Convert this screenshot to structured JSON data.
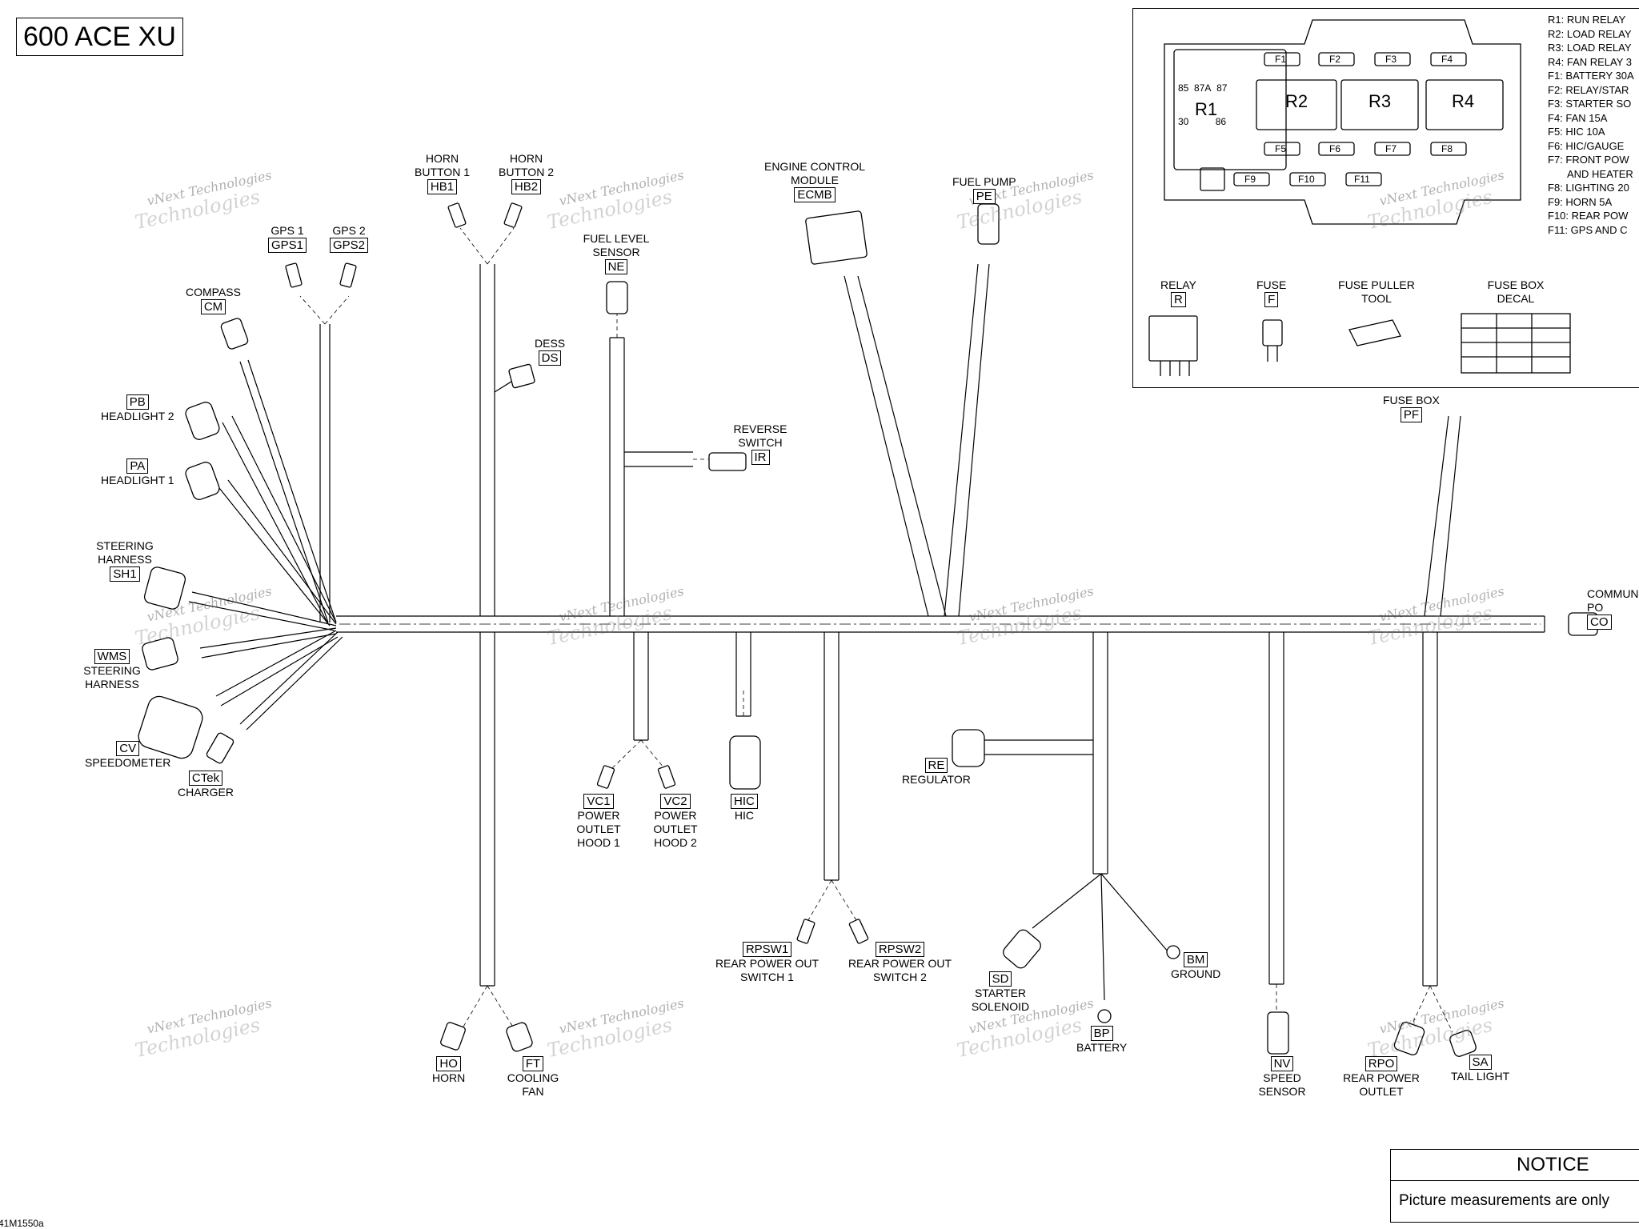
{
  "title": "600 ACE XU",
  "drawing_id": "41M1550a",
  "watermark": {
    "line1": "vNext Technologies",
    "line2": "Technologies"
  },
  "notice": {
    "heading": "NOTICE",
    "text": "Picture measurements are only"
  },
  "connectors": [
    {
      "id": "gps1",
      "name": "GPS 1",
      "code": "GPS1"
    },
    {
      "id": "gps2",
      "name": "GPS 2",
      "code": "GPS2"
    },
    {
      "id": "compass",
      "name": "COMPASS",
      "code": "CM"
    },
    {
      "id": "headlight2",
      "name": "HEADLIGHT 2",
      "code": "PB"
    },
    {
      "id": "headlight1",
      "name": "HEADLIGHT 1",
      "code": "PA"
    },
    {
      "id": "steering1",
      "name": "STEERING HARNESS",
      "code": "SH1"
    },
    {
      "id": "steering2",
      "name": "STEERING HARNESS",
      "code": "WMS"
    },
    {
      "id": "speedometer",
      "name": "SPEEDOMETER",
      "code": "CV"
    },
    {
      "id": "charger",
      "name": "CHARGER",
      "code": "CTek"
    },
    {
      "id": "horn1",
      "name": "HORN BUTTON 1",
      "code": "HB1"
    },
    {
      "id": "horn2",
      "name": "HORN BUTTON 2",
      "code": "HB2"
    },
    {
      "id": "dess",
      "name": "DESS",
      "code": "DS"
    },
    {
      "id": "fuellevel",
      "name": "FUEL LEVEL SENSOR",
      "code": "NE"
    },
    {
      "id": "reverse",
      "name": "REVERSE SWITCH",
      "code": "IR"
    },
    {
      "id": "ecm",
      "name": "ENGINE CONTROL MODULE",
      "code": "ECMB"
    },
    {
      "id": "fuelpump",
      "name": "FUEL PUMP",
      "code": "PE"
    },
    {
      "id": "fusebox",
      "name": "FUSE BOX",
      "code": "PF"
    },
    {
      "id": "comm",
      "name": "COMMUN PO",
      "code": "CO"
    },
    {
      "id": "vc1",
      "name": "POWER OUTLET HOOD 1",
      "code": "VC1"
    },
    {
      "id": "vc2",
      "name": "POWER OUTLET HOOD 2",
      "code": "VC2"
    },
    {
      "id": "hic",
      "name": "HIC",
      "code": "HIC"
    },
    {
      "id": "rpsw1",
      "name": "REAR POWER OUT SWITCH 1",
      "code": "RPSW1"
    },
    {
      "id": "rpsw2",
      "name": "REAR POWER OUT SWITCH 2",
      "code": "RPSW2"
    },
    {
      "id": "regulator",
      "name": "REGULATOR",
      "code": "RE"
    },
    {
      "id": "starter",
      "name": "STARTER SOLENOID",
      "code": "SD"
    },
    {
      "id": "battery",
      "name": "BATTERY",
      "code": "BP"
    },
    {
      "id": "ground",
      "name": "GROUND",
      "code": "BM"
    },
    {
      "id": "speedsensor",
      "name": "SPEED SENSOR",
      "code": "NV"
    },
    {
      "id": "rearoutlet",
      "name": "REAR POWER OUTLET",
      "code": "RPO"
    },
    {
      "id": "taillight",
      "name": "TAIL LIGHT",
      "code": "SA"
    },
    {
      "id": "horn",
      "name": "HORN",
      "code": "HO"
    },
    {
      "id": "fan",
      "name": "COOLING FAN",
      "code": "FT"
    }
  ],
  "fuse_box": {
    "relay_labels": [
      "R1",
      "R2",
      "R3",
      "R4"
    ],
    "relay_pins": {
      "top": [
        "85",
        "87A",
        "87"
      ],
      "bottom": [
        "30",
        "86"
      ]
    },
    "fuse_labels": [
      "F1",
      "F2",
      "F3",
      "F4",
      "F5",
      "F6",
      "F7",
      "F8",
      "F9",
      "F10",
      "F11"
    ],
    "parts": [
      {
        "name": "RELAY",
        "code": "R"
      },
      {
        "name": "FUSE",
        "code": "F"
      },
      {
        "name": "FUSE PULLER TOOL",
        "code": ""
      },
      {
        "name": "FUSE BOX DECAL",
        "code": ""
      }
    ],
    "legend": [
      "R1: RUN RELAY",
      "R2: LOAD RELAY",
      "R3: LOAD RELAY",
      "R4: FAN RELAY 3",
      "F1: BATTERY 30A",
      "F2: RELAY/STAR",
      "F3: STARTER SO",
      "F4: FAN 15A",
      "F5: HIC 10A",
      "F6: HIC/GAUGE",
      "F7: FRONT POW",
      "AND HEATER",
      "F8: LIGHTING 20",
      "F9: HORN 5A",
      "F10: REAR POW",
      "F11: GPS AND C"
    ]
  }
}
